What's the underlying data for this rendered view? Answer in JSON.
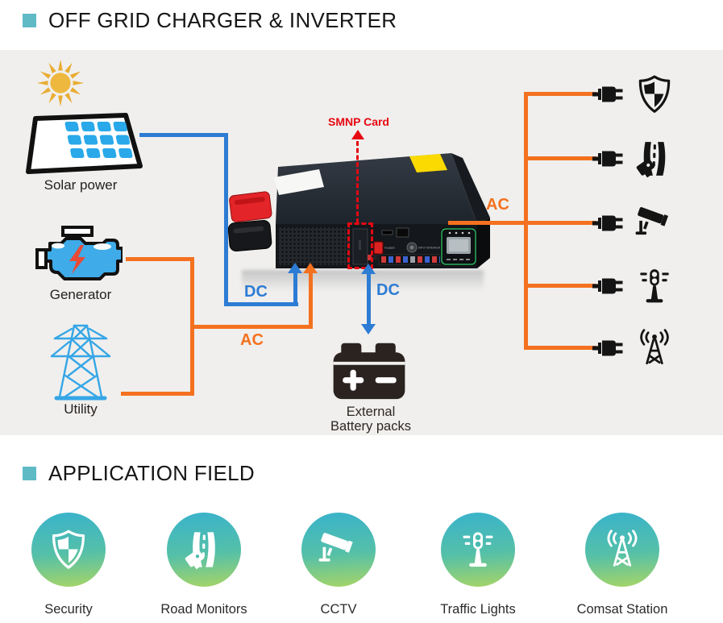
{
  "header": {
    "title": "OFF GRID CHARGER & INVERTER"
  },
  "section2": {
    "title": "APPLICATION FIELD"
  },
  "diagram": {
    "sources": {
      "solar": {
        "label": "Solar power",
        "icon": "solar-panel-icon"
      },
      "generator": {
        "label": "Generator",
        "icon": "engine-generator-icon"
      },
      "utility": {
        "label": "Utility",
        "icon": "power-tower-icon"
      }
    },
    "annotations": {
      "smnp": "SMNP Card",
      "dc_input": "DC",
      "ac_input": "AC",
      "dc_battery": "DC",
      "ac_output": "AC"
    },
    "battery": {
      "label_line1": "External",
      "label_line2": "Battery packs",
      "icon": "battery-icon"
    },
    "device": {
      "power_label": "POWER",
      "breaker_label": "INPUT BREAKER"
    },
    "outputs": [
      {
        "icon": "shield-check-icon"
      },
      {
        "icon": "road-monitor-icon"
      },
      {
        "icon": "cctv-camera-icon"
      },
      {
        "icon": "traffic-light-icon"
      },
      {
        "icon": "comsat-antenna-icon"
      }
    ],
    "colors": {
      "dc": "#2d7cd4",
      "ac": "#f4711f",
      "alert": "#e60812",
      "accent": "#5fbac6"
    }
  },
  "applications": [
    {
      "label": "Security",
      "icon": "shield-check-icon"
    },
    {
      "label": "Road Monitors",
      "icon": "road-monitor-icon"
    },
    {
      "label": "CCTV",
      "icon": "cctv-camera-icon"
    },
    {
      "label": "Traffic Lights",
      "icon": "traffic-light-icon"
    },
    {
      "label": "Comsat Station",
      "icon": "comsat-antenna-icon"
    }
  ]
}
